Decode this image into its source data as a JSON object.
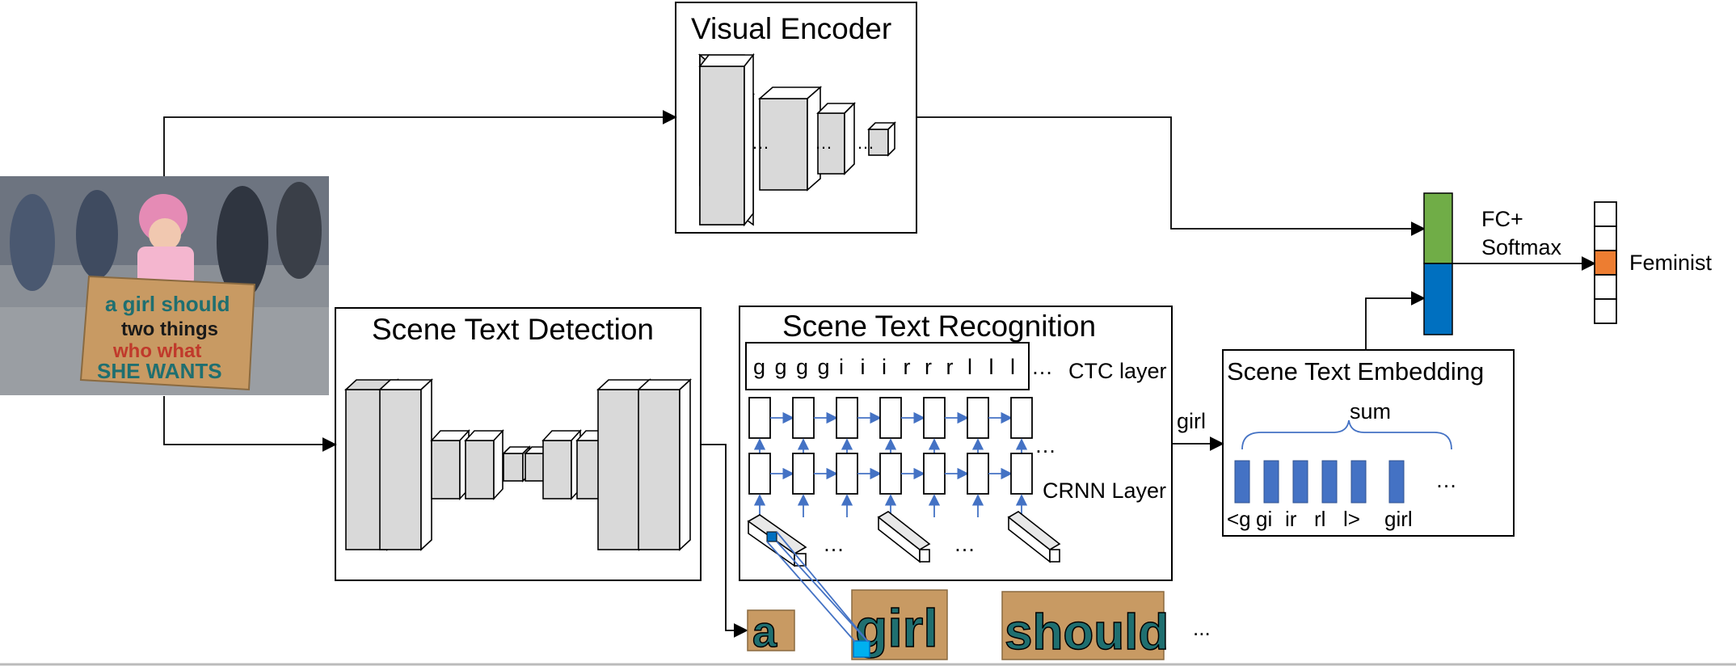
{
  "modules": {
    "visual_encoder": "Visual Encoder",
    "text_detection": "Scene Text Detection",
    "text_recognition": "Scene Text Recognition",
    "text_embedding": "Scene Text Embedding"
  },
  "recognition": {
    "ctc_chars": [
      "g",
      "g",
      "g",
      "g",
      "i",
      "i",
      "i",
      "r",
      "r",
      "r",
      "l",
      "l",
      "l"
    ],
    "ctc_layer": "CTC layer",
    "crnn_layer": "CRNN Layer",
    "ellipsis": "…"
  },
  "embedding": {
    "sum": "sum",
    "ngrams": [
      "<g",
      "gi",
      "ir",
      "rl",
      "l>",
      "girl"
    ],
    "ellipsis": "…"
  },
  "flow": {
    "word": "girl",
    "fc_softmax_line1": "FC+",
    "fc_softmax_line2": "Softmax",
    "output": "Feminist"
  },
  "crops": {
    "words": [
      "a",
      "girl",
      "should"
    ],
    "ellipsis": "..."
  },
  "photo": {
    "sign_lines": [
      "a girl should",
      "two things",
      "who what",
      "SHE WANTS"
    ]
  },
  "colors": {
    "green": "#70ad47",
    "blue": "#0070c0",
    "orange": "#ed7d31",
    "line_blue": "#4472c4",
    "teal_text": "#1f6f70"
  }
}
